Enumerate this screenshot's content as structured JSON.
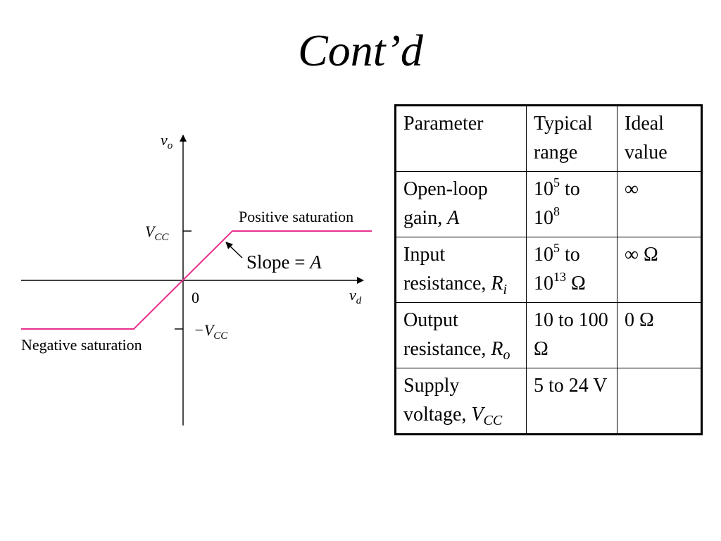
{
  "slide": {
    "title": "Cont’d"
  },
  "diagram": {
    "y_axis_label": "v",
    "y_axis_sub": "o",
    "x_axis_label": "v",
    "x_axis_sub": "d",
    "origin_label": "0",
    "vcc_label": "V",
    "vcc_sub": "CC",
    "neg_vcc_prefix": "−V",
    "neg_vcc_sub": "CC",
    "pos_saturation": "Positive saturation",
    "neg_saturation": "Negative saturation",
    "slope_prefix": "Slope = ",
    "slope_symbol": "A",
    "curve_color": "#e8308c"
  },
  "table": {
    "headers": {
      "parameter": "Parameter",
      "typical": "Typical range",
      "ideal": "Ideal value"
    },
    "rows": [
      {
        "param": "Open-loop gain, ",
        "symbol": "A",
        "sub": "",
        "typical": [
          "10",
          "5",
          " to 10",
          "8",
          ""
        ],
        "ideal": "∞"
      },
      {
        "param": "Input resistance, ",
        "symbol": "R",
        "sub": "i",
        "typical": [
          "10",
          "5",
          " to 10",
          "13",
          " Ω"
        ],
        "ideal": "∞ Ω"
      },
      {
        "param": "Output resistance, ",
        "symbol": "R",
        "sub": "o",
        "typical_text": "10 to 100 Ω",
        "ideal": "0 Ω"
      },
      {
        "param": "Supply voltage, ",
        "symbol": "V",
        "sub": "CC",
        "typical_text": "5 to 24 V",
        "ideal": ""
      }
    ]
  }
}
